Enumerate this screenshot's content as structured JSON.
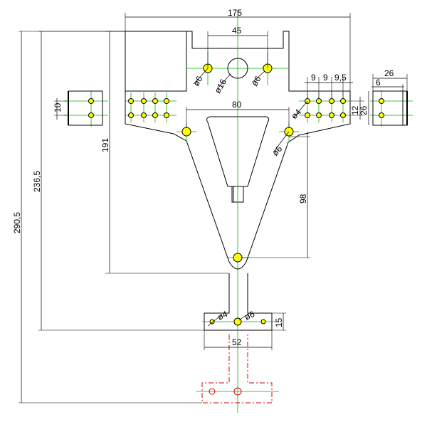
{
  "dimensions": {
    "overall_width": "175",
    "top_hole_spacing": "45",
    "dia_left_small": "ø6",
    "dia_center": "ø16",
    "dia_right_small": "ø6",
    "bolt_pitch_a": "9",
    "bolt_pitch_b": "9",
    "bolt_pitch_c": "9,5",
    "side_view_width": "26",
    "side_view_inner": "6",
    "side_height_a": "12",
    "side_height_b": "26",
    "left_view_spacing": "10",
    "center_holes_spacing": "80",
    "dia_small_bolt": "ø4",
    "dia_arm_hole": "ø6",
    "arm_height": "191",
    "lower_height": "236,5",
    "total_height": "290,5",
    "triangle_height": "98",
    "foot_small_hole": "ø4",
    "foot_center_hole": "ø6",
    "foot_height": "15",
    "foot_width": "52"
  },
  "colors": {
    "outline": "#000000",
    "centerline": "#00b400",
    "phantom": "#d40000",
    "hole_fill": "#ffff00"
  }
}
